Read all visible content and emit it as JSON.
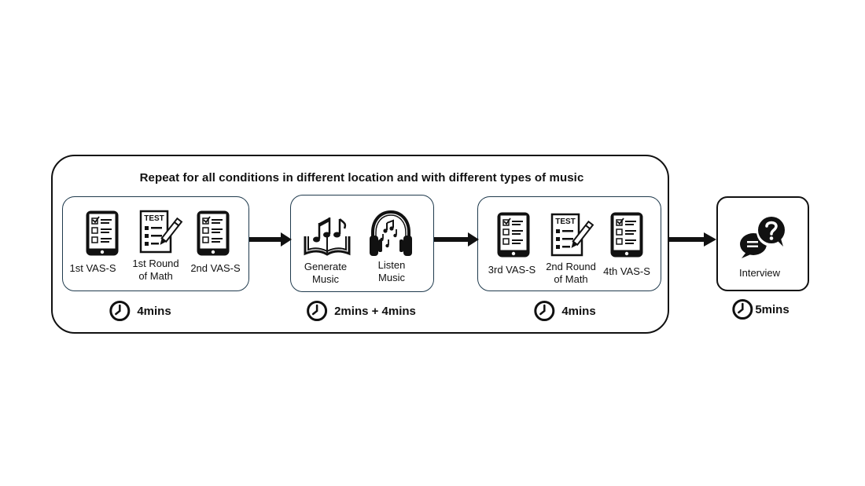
{
  "title": "Repeat for all conditions in different location and with different types of music",
  "stages": [
    {
      "items": [
        {
          "icon": "tablet-checklist-icon",
          "label": "1st VAS-S"
        },
        {
          "icon": "math-test-icon",
          "label": "1st Round\nof Math"
        },
        {
          "icon": "tablet-checklist-icon",
          "label": "2nd VAS-S"
        }
      ],
      "duration": "4mins"
    },
    {
      "items": [
        {
          "icon": "music-book-icon",
          "label": "Generate\nMusic"
        },
        {
          "icon": "headphones-music-icon",
          "label": "Listen\nMusic"
        }
      ],
      "duration": "2mins + 4mins"
    },
    {
      "items": [
        {
          "icon": "tablet-checklist-icon",
          "label": "3rd VAS-S"
        },
        {
          "icon": "math-test-icon",
          "label": "2nd Round\nof Math"
        },
        {
          "icon": "tablet-checklist-icon",
          "label": "4th VAS-S"
        }
      ],
      "duration": "4mins"
    }
  ],
  "test_text": "TEST",
  "interview": {
    "icon": "chat-question-icon",
    "label": "Interview",
    "duration": "5mins"
  },
  "colors": {
    "stage_border": "#1f3a4d",
    "outline": "#111111"
  }
}
